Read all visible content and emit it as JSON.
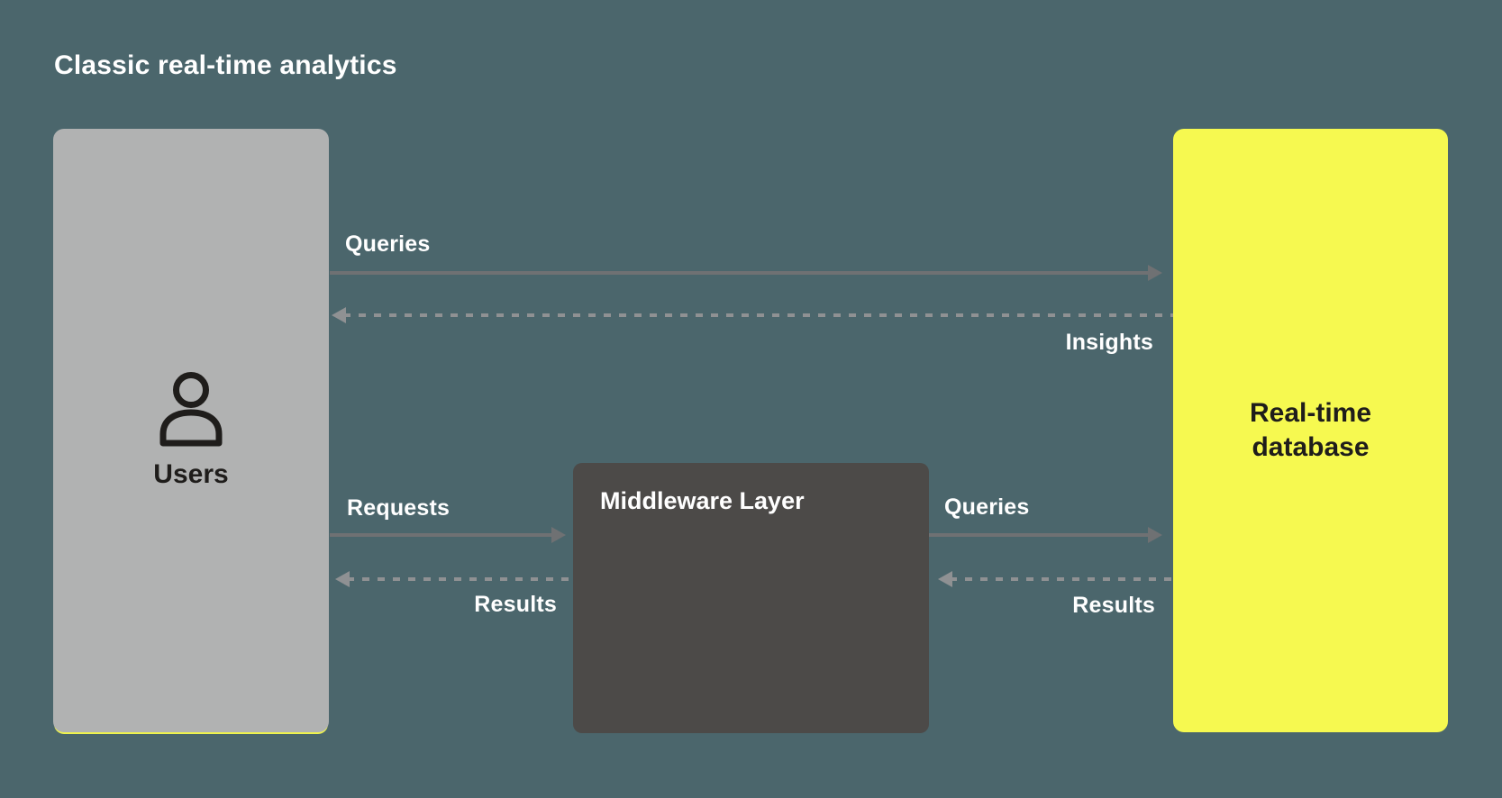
{
  "title": "Classic real-time analytics",
  "colors": {
    "background": "#4b666c",
    "users_box": "#b1b2b2",
    "users_box_accent": "#eef24e",
    "middleware_box": "#4c4a48",
    "database_box": "#f6f950",
    "solid_arrow": "#6f7173",
    "dashed_arrow": "#8f9193",
    "dark_text": "#1f1d1b",
    "light_text": "#ffffff"
  },
  "nodes": {
    "users": {
      "label": "Users",
      "icon": "user-icon"
    },
    "middleware": {
      "label": "Middleware Layer"
    },
    "database": {
      "label": "Real-time database"
    }
  },
  "edges": [
    {
      "label": "Queries",
      "from": "users",
      "to": "database",
      "style": "solid"
    },
    {
      "label": "Insights",
      "from": "database",
      "to": "users",
      "style": "dashed"
    },
    {
      "label": "Requests",
      "from": "users",
      "to": "middleware",
      "style": "solid"
    },
    {
      "label": "Results",
      "from": "middleware",
      "to": "users",
      "style": "dashed"
    },
    {
      "label": "Queries",
      "from": "middleware",
      "to": "database",
      "style": "solid"
    },
    {
      "label": "Results",
      "from": "database",
      "to": "middleware",
      "style": "dashed"
    }
  ]
}
